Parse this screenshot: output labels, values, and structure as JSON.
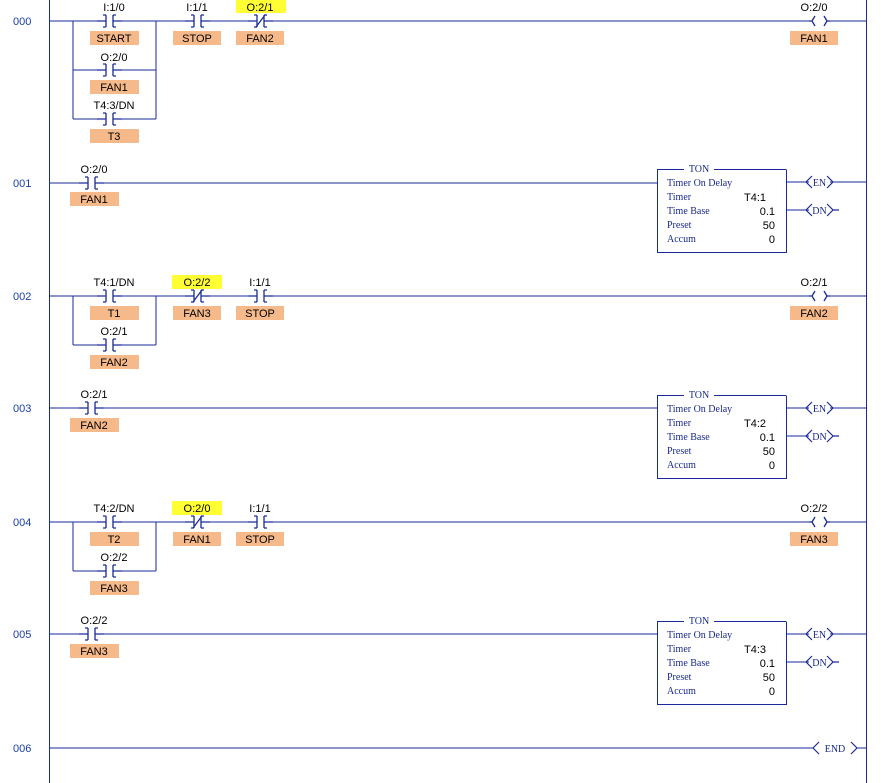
{
  "colors": {
    "wire": "#1a2a9a",
    "description_bg": "#f6b98a",
    "highlight": "#ffff33",
    "rung_number": "#1a3fa8"
  },
  "rungs": [
    {
      "number": "000",
      "elements": [
        {
          "type": "xic",
          "address": "I:1/0",
          "desc": "START"
        },
        {
          "type": "xic",
          "address": "I:1/1",
          "desc": "STOP"
        },
        {
          "type": "xio",
          "address": "O:2/1",
          "desc": "FAN2",
          "highlighted": true
        },
        {
          "type": "ote",
          "address": "O:2/0",
          "desc": "FAN1"
        }
      ],
      "branches": [
        {
          "type": "xic",
          "address": "O:2/0",
          "desc": "FAN1"
        },
        {
          "type": "xic",
          "address": "T4:3/DN",
          "desc": "T3"
        }
      ]
    },
    {
      "number": "001",
      "elements": [
        {
          "type": "xic",
          "address": "O:2/0",
          "desc": "FAN1"
        }
      ],
      "ton": {
        "title": "TON",
        "subtitle": "Timer On Delay",
        "timer_label": "Timer",
        "timer": "T4:1",
        "base_label": "Time Base",
        "base": "0.1",
        "preset_label": "Preset",
        "preset": "50",
        "accum_label": "Accum",
        "accum": "0",
        "en": "EN",
        "dn": "DN"
      }
    },
    {
      "number": "002",
      "elements": [
        {
          "type": "xic",
          "address": "T4:1/DN",
          "desc": "T1"
        },
        {
          "type": "xio",
          "address": "O:2/2",
          "desc": "FAN3",
          "highlighted": true
        },
        {
          "type": "xic",
          "address": "I:1/1",
          "desc": "STOP"
        },
        {
          "type": "ote",
          "address": "O:2/1",
          "desc": "FAN2"
        }
      ],
      "branches": [
        {
          "type": "xic",
          "address": "O:2/1",
          "desc": "FAN2"
        }
      ]
    },
    {
      "number": "003",
      "elements": [
        {
          "type": "xic",
          "address": "O:2/1",
          "desc": "FAN2"
        }
      ],
      "ton": {
        "title": "TON",
        "subtitle": "Timer On Delay",
        "timer_label": "Timer",
        "timer": "T4:2",
        "base_label": "Time Base",
        "base": "0.1",
        "preset_label": "Preset",
        "preset": "50",
        "accum_label": "Accum",
        "accum": "0",
        "en": "EN",
        "dn": "DN"
      }
    },
    {
      "number": "004",
      "elements": [
        {
          "type": "xic",
          "address": "T4:2/DN",
          "desc": "T2"
        },
        {
          "type": "xio",
          "address": "O:2/0",
          "desc": "FAN1",
          "highlighted": true
        },
        {
          "type": "xic",
          "address": "I:1/1",
          "desc": "STOP"
        },
        {
          "type": "ote",
          "address": "O:2/2",
          "desc": "FAN3"
        }
      ],
      "branches": [
        {
          "type": "xic",
          "address": "O:2/2",
          "desc": "FAN3"
        }
      ]
    },
    {
      "number": "005",
      "elements": [
        {
          "type": "xic",
          "address": "O:2/2",
          "desc": "FAN3"
        }
      ],
      "ton": {
        "title": "TON",
        "subtitle": "Timer On Delay",
        "timer_label": "Timer",
        "timer": "T4:3",
        "base_label": "Time Base",
        "base": "0.1",
        "preset_label": "Preset",
        "preset": "50",
        "accum_label": "Accum",
        "accum": "0",
        "en": "EN",
        "dn": "DN"
      }
    },
    {
      "number": "006",
      "end": "END"
    }
  ]
}
